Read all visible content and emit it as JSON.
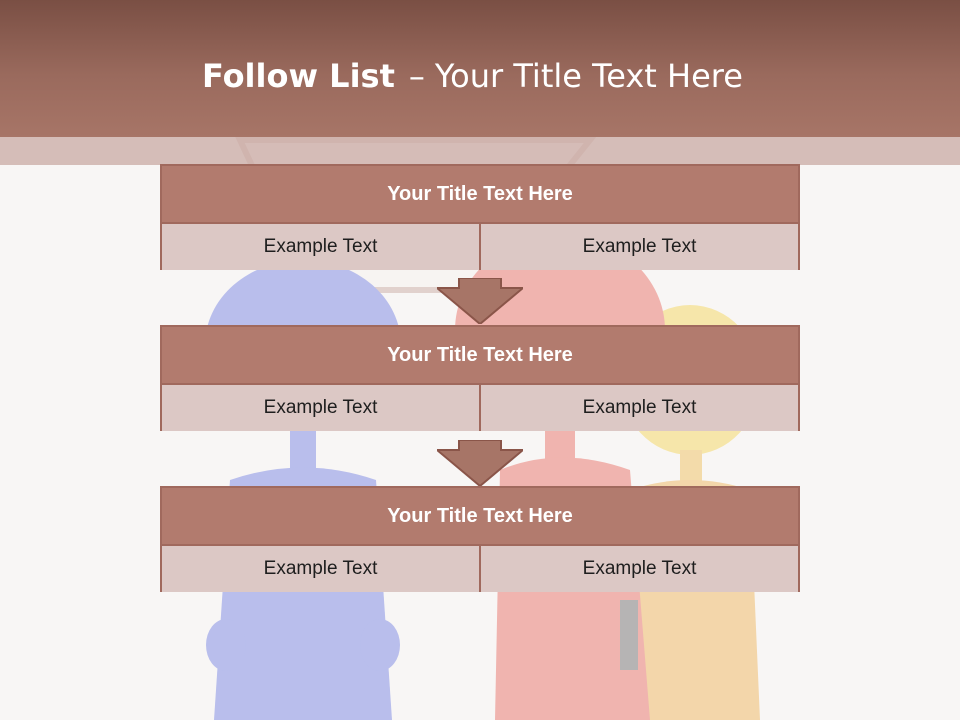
{
  "title": {
    "bold": "Follow List",
    "dash": "–",
    "rest": "Your Title Text Here"
  },
  "blocks": [
    {
      "heading": "Your Title Text Here",
      "cells": [
        "Example Text",
        "Example Text"
      ]
    },
    {
      "heading": "Your Title Text Here",
      "cells": [
        "Example Text",
        "Example Text"
      ]
    },
    {
      "heading": "Your Title Text Here",
      "cells": [
        "Example Text",
        "Example Text"
      ]
    }
  ],
  "colors": {
    "header": "#9a6a5d",
    "block_header": "#b27b6e",
    "cell_bg": "#dcc8c5",
    "border": "#a0695d"
  }
}
